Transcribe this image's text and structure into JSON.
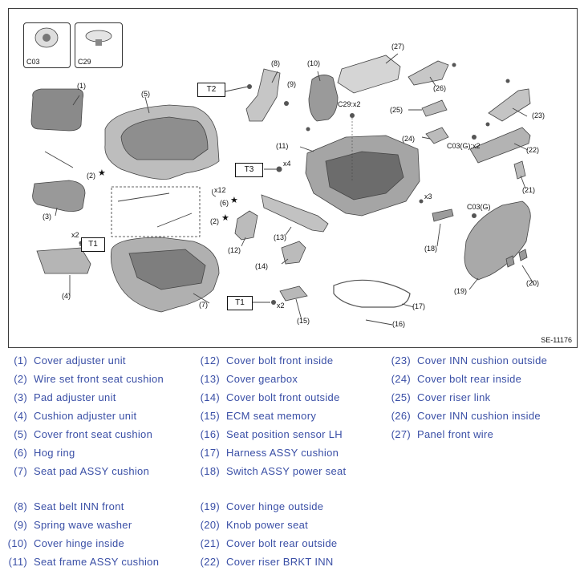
{
  "diagram": {
    "reference_code": "SE-11176",
    "insets": [
      {
        "label": "C03",
        "icon": "push-clip-icon"
      },
      {
        "label": "C29",
        "icon": "round-clip-icon"
      }
    ],
    "tool_labels": {
      "t2": "T2",
      "t3": "T3",
      "t1_upper": "T1",
      "t1_lower": "T1"
    },
    "quantities": {
      "c29x2": "C29:x2",
      "x4": "x4",
      "x2_upper": "x2",
      "x12": "x12",
      "x3": "x3",
      "c03gx2": "C03(G):x2",
      "c03g": "C03(G)",
      "x2_lower": "x2"
    },
    "star_symbol": "★",
    "callouts": {
      "c1": "(1)",
      "c2a": "(2)",
      "c2b": "(2)",
      "c3": "(3)",
      "c4": "(4)",
      "c5": "(5)",
      "c6": "(6)",
      "c7": "(7)",
      "c8": "(8)",
      "c9": "(9)",
      "c10": "(10)",
      "c11": "(11)",
      "c12": "(12)",
      "c13": "(13)",
      "c14": "(14)",
      "c15": "(15)",
      "c16": "(16)",
      "c17": "(17)",
      "c18": "(18)",
      "c19": "(19)",
      "c20": "(20)",
      "c21": "(21)",
      "c22": "(22)",
      "c23": "(23)",
      "c24": "(24)",
      "c25": "(25)",
      "c26": "(26)",
      "c27": "(27)"
    }
  },
  "legend": {
    "text_color": "#3a4fa6",
    "col1": [
      {
        "num": "(1)",
        "name": "Cover adjuster unit"
      },
      {
        "num": "(2)",
        "name": "Wire set front seat cushion"
      },
      {
        "num": "(3)",
        "name": "Pad adjuster unit"
      },
      {
        "num": "(4)",
        "name": "Cushion adjuster unit"
      },
      {
        "num": "(5)",
        "name": "Cover front seat cushion"
      },
      {
        "num": "(6)",
        "name": "Hog ring"
      },
      {
        "num": "(7)",
        "name": "Seat pad ASSY cushion"
      },
      {
        "num": "(8)",
        "name": "Seat belt INN front"
      },
      {
        "num": "(9)",
        "name": "Spring wave washer"
      },
      {
        "num": "(10)",
        "name": "Cover hinge inside"
      },
      {
        "num": "(11)",
        "name": "Seat frame ASSY cushion"
      }
    ],
    "col2": [
      {
        "num": "(12)",
        "name": "Cover bolt front inside"
      },
      {
        "num": "(13)",
        "name": "Cover gearbox"
      },
      {
        "num": "(14)",
        "name": "Cover bolt front outside"
      },
      {
        "num": "(15)",
        "name": "ECM seat memory"
      },
      {
        "num": "(16)",
        "name": "Seat position sensor LH"
      },
      {
        "num": "(17)",
        "name": "Harness ASSY cushion"
      },
      {
        "num": "(18)",
        "name": "Switch ASSY power seat"
      },
      {
        "num": "(19)",
        "name": "Cover hinge outside"
      },
      {
        "num": "(20)",
        "name": "Knob power seat"
      },
      {
        "num": "(21)",
        "name": "Cover bolt rear outside"
      },
      {
        "num": "(22)",
        "name": "Cover riser BRKT INN"
      }
    ],
    "col3": [
      {
        "num": "(23)",
        "name": "Cover INN cushion outside"
      },
      {
        "num": "(24)",
        "name": "Cover bolt rear inside"
      },
      {
        "num": "(25)",
        "name": "Cover riser link"
      },
      {
        "num": "(26)",
        "name": "Cover INN cushion inside"
      },
      {
        "num": "(27)",
        "name": "Panel front wire"
      }
    ]
  }
}
